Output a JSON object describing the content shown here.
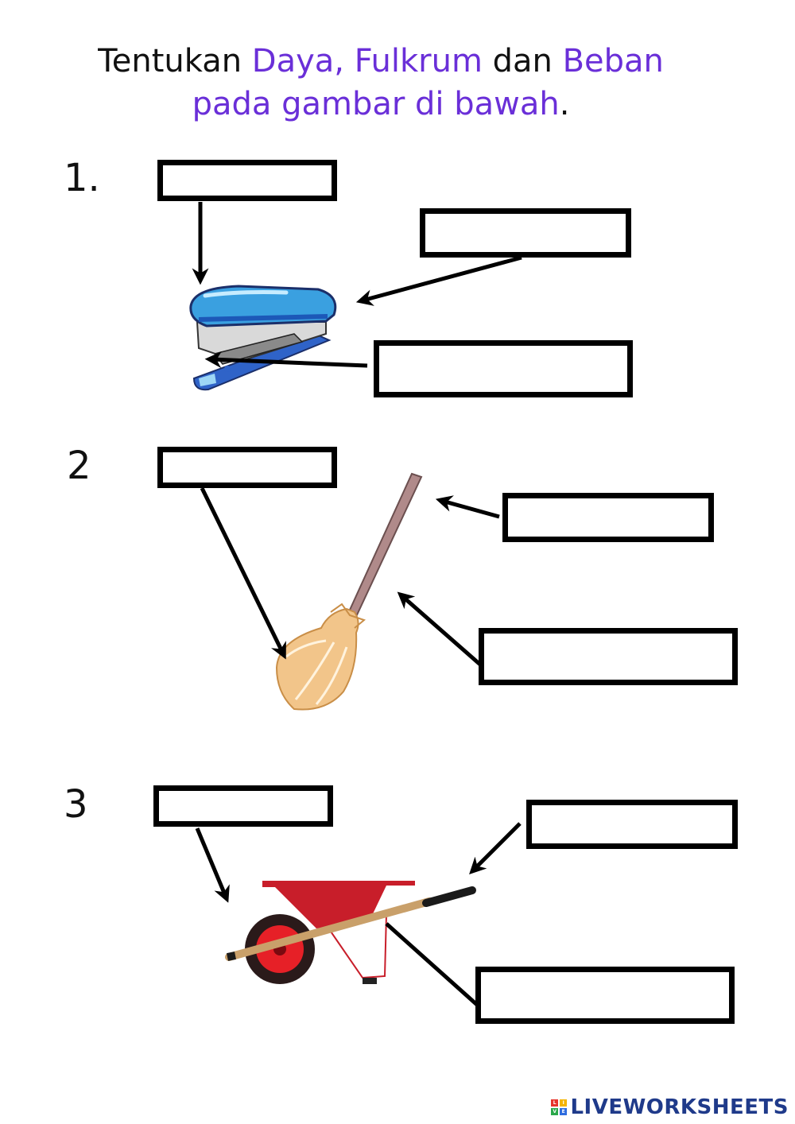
{
  "instruction": {
    "line1_prefix": "Tentukan ",
    "line1_highlight": "Daya, Fulkrum",
    "line1_middle": " dan ",
    "line1_highlight2": "Beban",
    "line2_highlight": "pada gambar di bawah",
    "line2_suffix": "."
  },
  "questions": [
    {
      "number": "1.",
      "image": "stapler"
    },
    {
      "number": "2",
      "image": "broom"
    },
    {
      "number": "3",
      "image": "wheelbarrow"
    }
  ],
  "answer_boxes": [
    {
      "value": ""
    },
    {
      "value": ""
    },
    {
      "value": ""
    },
    {
      "value": ""
    },
    {
      "value": ""
    },
    {
      "value": ""
    },
    {
      "value": ""
    },
    {
      "value": ""
    },
    {
      "value": ""
    }
  ],
  "colors": {
    "highlight": "#6a2fd8",
    "stapler_blue": "#3aa0e0",
    "broom_handle": "#b08a8a",
    "broom_head": "#f2c58a",
    "wheelbarrow_red": "#c81e2a"
  },
  "footer": {
    "brand": "LIVEWORKSHEETS",
    "logo_letters": [
      "L",
      "I",
      "V",
      "E"
    ]
  }
}
